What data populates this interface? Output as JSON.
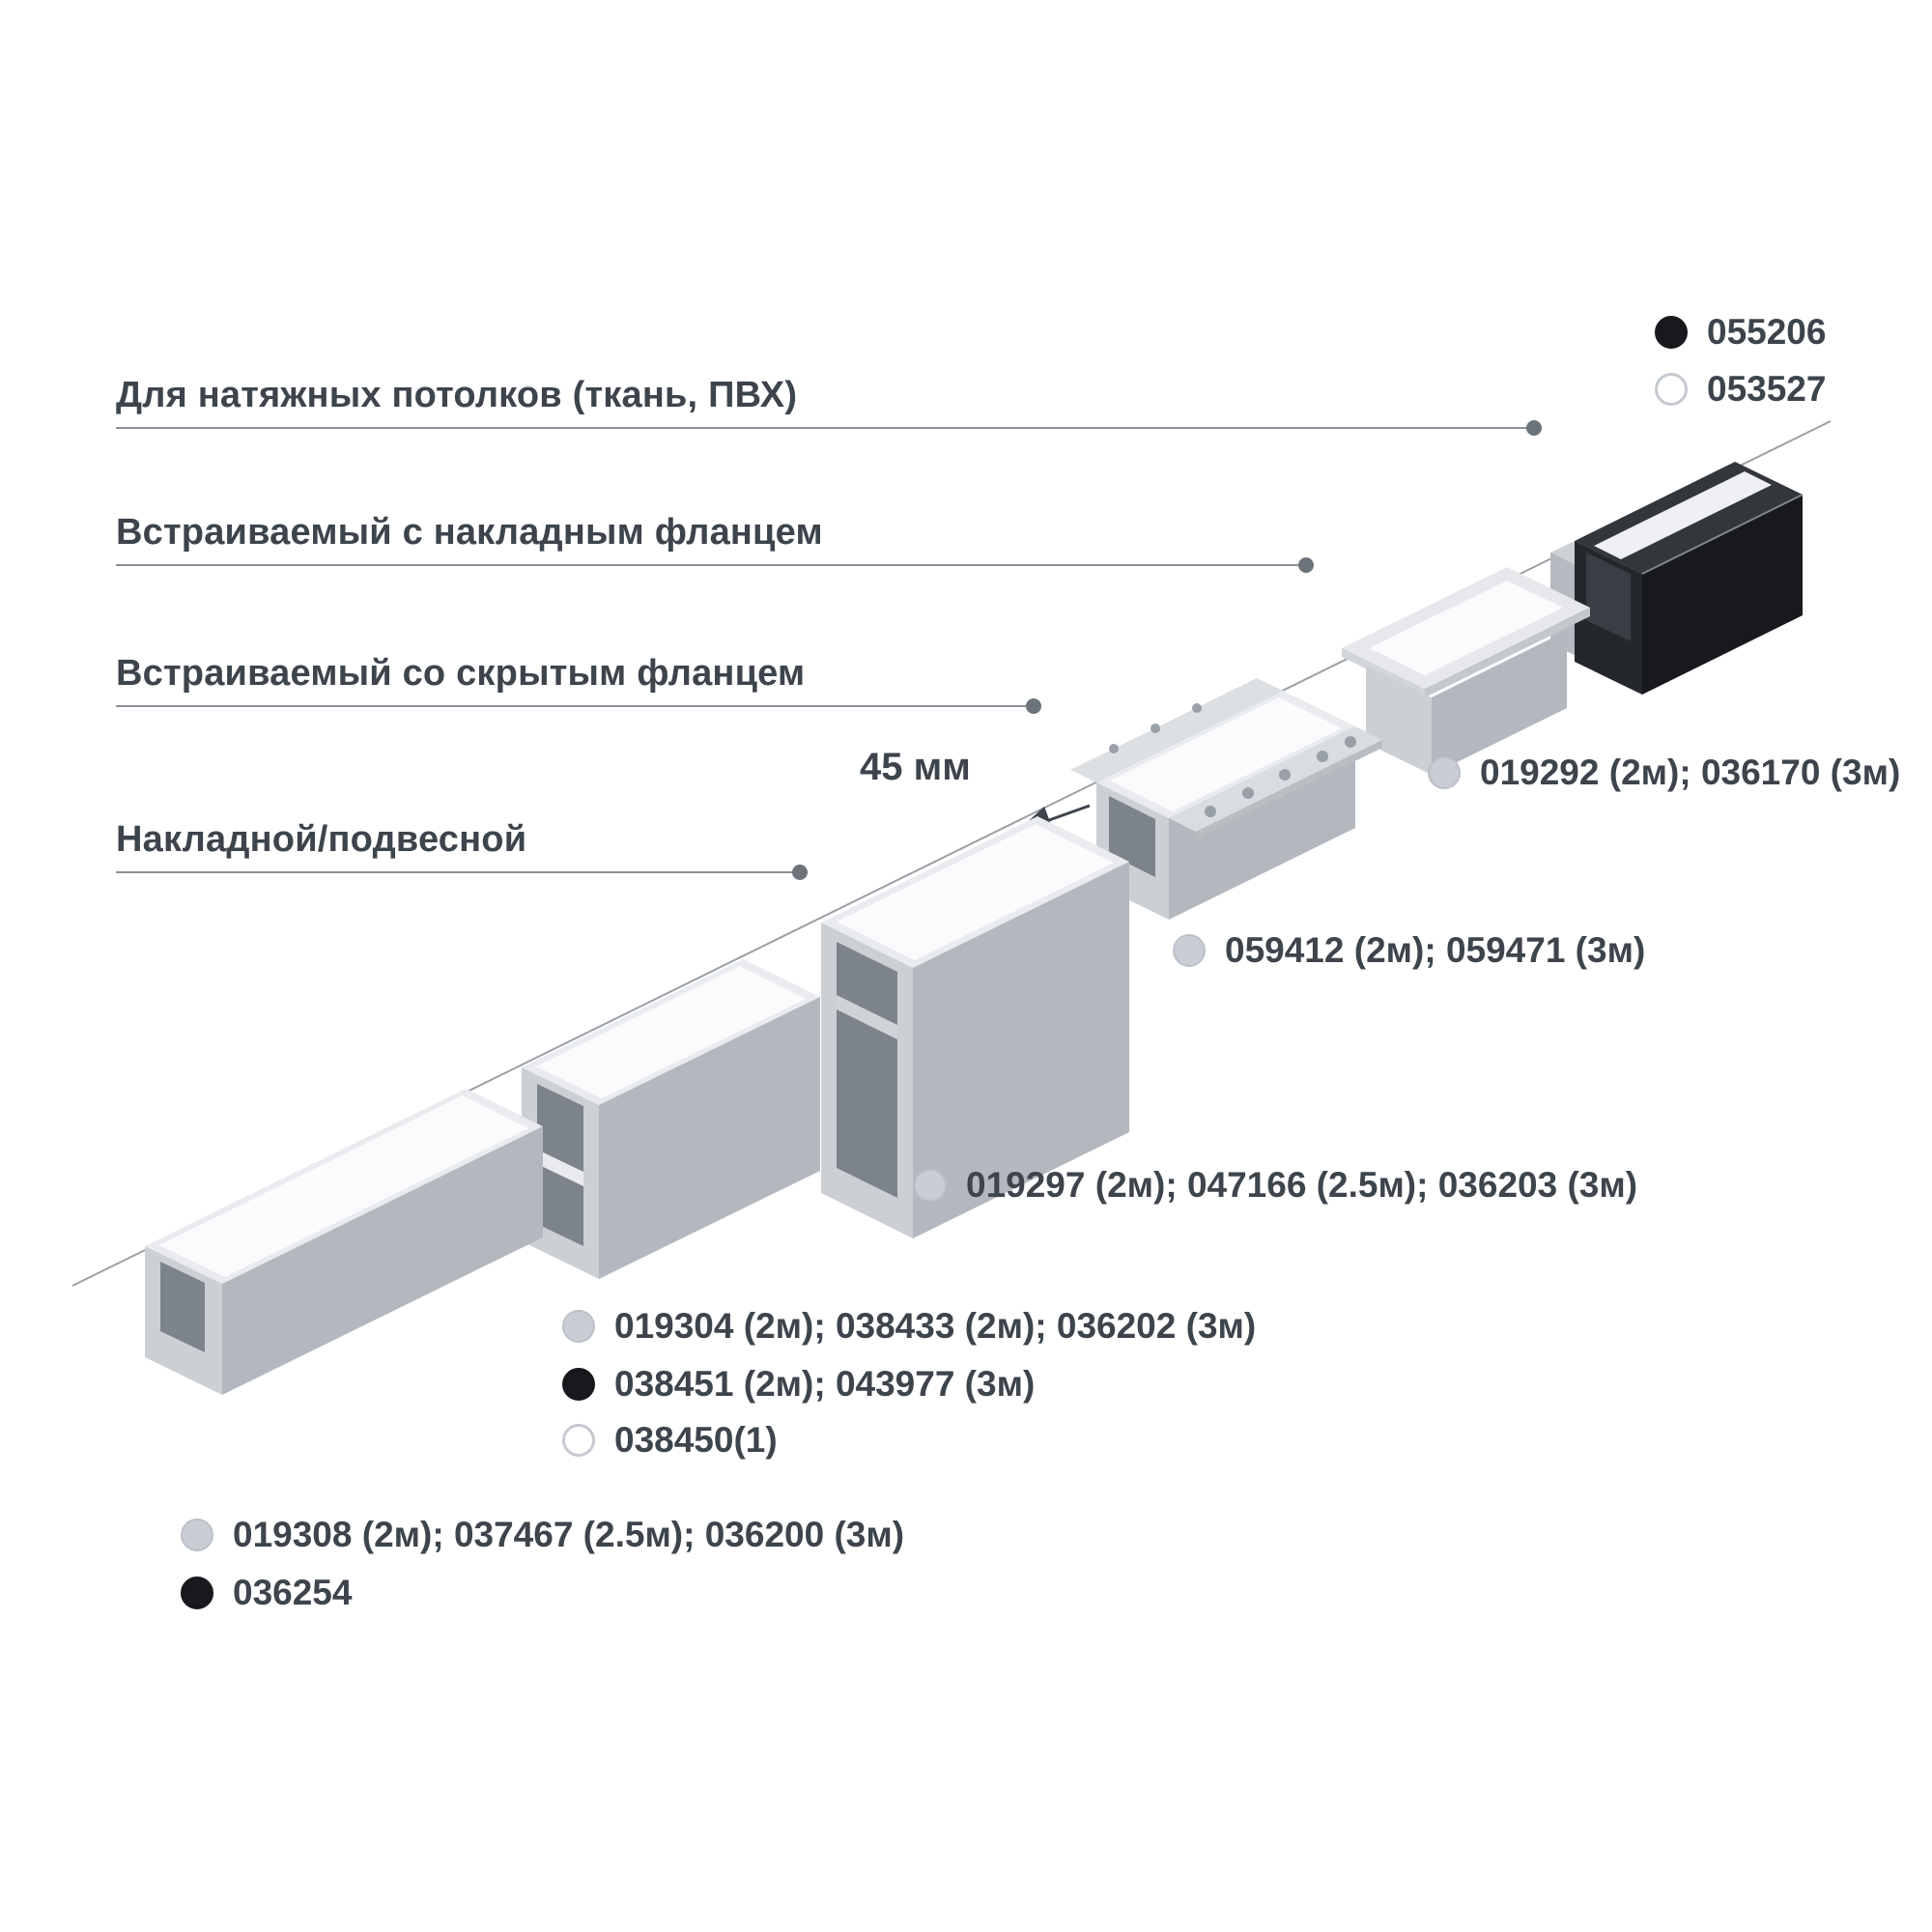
{
  "diagram": {
    "categories": [
      {
        "label": "Для натяжных потолков (ткань, ПВХ)"
      },
      {
        "label": "Встраиваемый с накладным фланцем"
      },
      {
        "label": "Встраиваемый со скрытым фланцем"
      },
      {
        "label": "Накладной/подвесной"
      }
    ],
    "dimension_label": "45 мм",
    "labels": [
      {
        "dot": "black",
        "text": "055206"
      },
      {
        "dot": "white",
        "text": "053527"
      },
      {
        "dot": "gray",
        "text": "019292 (2м); 036170 (3м)"
      },
      {
        "dot": "gray",
        "text": "059412 (2м); 059471 (3м)"
      },
      {
        "dot": "gray",
        "text": "019297 (2м); 047166 (2.5м); 036203 (3м)"
      },
      {
        "dot": "gray",
        "text": "019304 (2м); 038433 (2м); 036202 (3м)"
      },
      {
        "dot": "black",
        "text": "038451 (2м); 043977 (3м)"
      },
      {
        "dot": "white",
        "text": "038450(1)"
      },
      {
        "dot": "gray",
        "text": "019308 (2м); 037467 (2.5м); 036200 (3м)"
      },
      {
        "dot": "black",
        "text": "036254"
      }
    ],
    "palette": {
      "text": "#3e444c",
      "line": "#8b9199",
      "leader_dot": "#6d737a",
      "dot_gray": "#c9ced4",
      "dot_black": "#17191c",
      "dot_white_border": "#c5cad0",
      "profile_light": "#e9ebee",
      "profile_mid": "#b3b8be",
      "profile_dark_body": "#17191d",
      "diffuser": "#fafbfc"
    }
  }
}
